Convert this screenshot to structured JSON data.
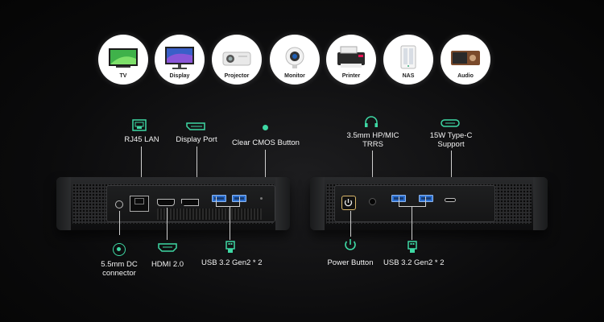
{
  "devices": [
    {
      "label": "TV",
      "icon": "tv-icon"
    },
    {
      "label": "Display",
      "icon": "display-icon"
    },
    {
      "label": "Projector",
      "icon": "projector-icon"
    },
    {
      "label": "Monitor",
      "icon": "security-camera-icon"
    },
    {
      "label": "Printer",
      "icon": "printer-icon"
    },
    {
      "label": "NAS",
      "icon": "nas-icon"
    },
    {
      "label": "Audio",
      "icon": "audio-icon"
    }
  ],
  "front_panel": {
    "rj45": "RJ45 LAN",
    "display_port": "Display Port",
    "clear_cmos": "Clear CMOS Button",
    "dc": "5.5mm DC connector",
    "hdmi": "HDMI 2.0",
    "usb": "USB 3.2 Gen2 * 2"
  },
  "rear_panel": {
    "audio": "3.5mm HP/MIC TRRS",
    "typec": "15W Type-C Support",
    "power": "Power Button",
    "usb": "USB 3.2 Gen2 * 2"
  },
  "colors": {
    "accent": "#3ed8a4",
    "background": "#0b0b0c",
    "usb_blue": "#2c6fd0"
  }
}
